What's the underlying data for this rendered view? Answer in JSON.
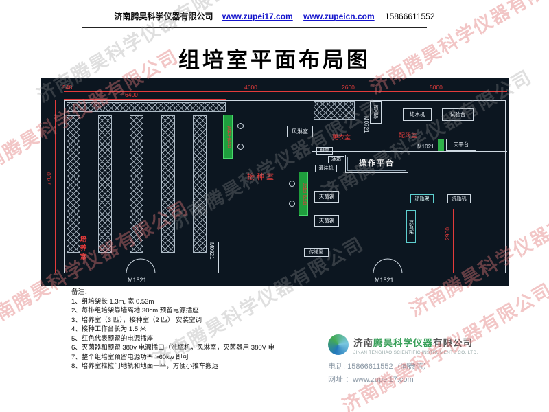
{
  "header": {
    "company": "济南腾昊科学仪器有限公司",
    "link1": "www.zupei17.com",
    "link2": "www.zupeicn.com",
    "phone": "15866611552"
  },
  "title": "组培室平面布局图",
  "plan": {
    "dimensions": {
      "d548": "548",
      "d6400": "6400",
      "d4600": "4600",
      "d2600": "2600",
      "d5000": "5000",
      "d7700": "7700",
      "d2900": "2900"
    },
    "rooms": {
      "culture": "培养室",
      "inoculation": "接种室",
      "air_shower": "风淋室",
      "changing": "更衣室",
      "dispensing": "配药室"
    },
    "doors": {
      "m1521_left": "M1521",
      "m1521_right": "M1521",
      "m0921": "M0921",
      "m0721": "M0721",
      "m1021": "M1021"
    },
    "equipment": {
      "medicine_cabinet": "药品柜",
      "pure_water_machine": "纯水机",
      "test_bench": "试验台",
      "balance_table": "天平台",
      "operation_platform": "操作平台",
      "shoe_bench": "鞋凳",
      "refrigerator": "冰箱",
      "filling_machine": "灌装机",
      "sterilizer_1": "灭菌锅",
      "sterilizer_2": "灭菌锅",
      "transfer_window": "传递窗",
      "cooling_rack_h": "凉瓶架",
      "bottle_washer": "洗瓶机",
      "cooling_rack_v": "凉瓶架",
      "workbench_1": "接种工作台",
      "workbench_2": "接种工作台"
    }
  },
  "notes": {
    "heading": "备注：",
    "items": [
      "1、组培架长 1.3m, 宽 0.53m",
      "2、每排组培架靠墙离地 30cm 预留电源插座",
      "3、培养室（3 匹），接种室（2 匹） 安装空调",
      "4、接种工作台长为 1.5 米",
      "5、红色代表预留的电源插座",
      "6、灭菌器和预留 380v 电源插口（洗瓶机，风淋室，灭菌器用 380V 电",
      "7、整个组培室预留电源功率 >60kw 即可",
      "8、培养室推拉门地轨和地面一平，方便小推车搬运"
    ]
  },
  "footer": {
    "brand_prefix": "济南",
    "brand_highlight": "腾昊科学仪器",
    "brand_suffix": "有限公司",
    "brand_en": "JINAN TENGHAO SCIENTIFIC INSTRUMENTS CO.,LTD.",
    "phone": "电话: 15866611552（同微信）",
    "website": "网址 ：www.zupei17.com"
  },
  "watermark": "济南腾昊科学仪器有限公司",
  "colors": {
    "cad_background": "#0c1620",
    "cad_line": "#cfd9e2",
    "cad_red": "#e23b3b",
    "cad_green": "#2fb14a",
    "brand_green": "#3aa05a",
    "link_blue": "#1414cc"
  }
}
